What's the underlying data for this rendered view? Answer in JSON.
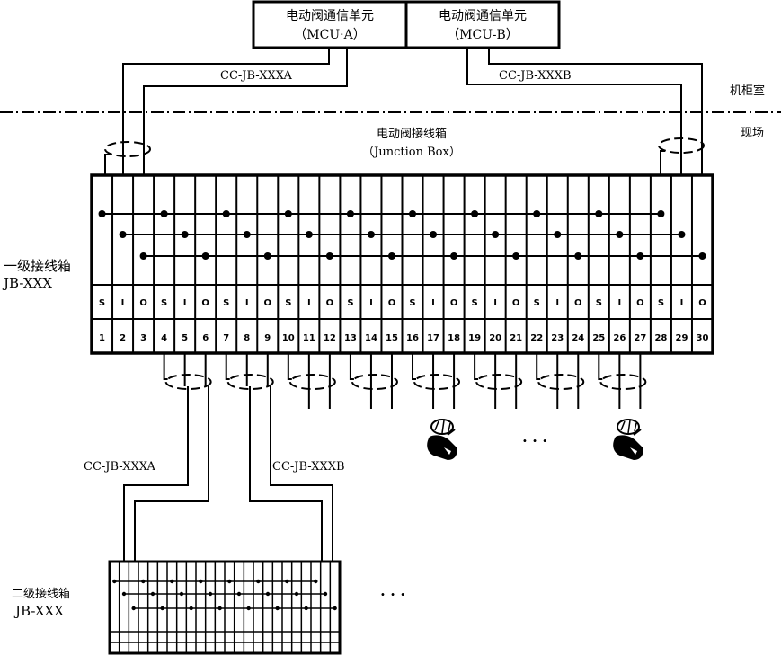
{
  "mcu_units": [
    {
      "title": "电动阀通信单元",
      "subtitle": "（MCU·A）"
    },
    {
      "title": "电动阀通信单元",
      "subtitle": "（MCU-B）"
    }
  ],
  "cables": {
    "top_a": "CC-JB-XXXA",
    "top_b": "CC-JB-XXXB",
    "bottom_a": "CC-JB-XXXA",
    "bottom_b": "CC-JB-XXXB"
  },
  "zones": {
    "cabinet_room": "机柜室",
    "field": "现场"
  },
  "junction_box": {
    "title": "电动阀接线箱",
    "subtitle": "（Junction Box）"
  },
  "primary_box": {
    "label": "一级接线箱",
    "tag": "JB-XXX",
    "terminal_count": 30,
    "signal_pattern": [
      "S",
      "I",
      "O"
    ],
    "terminals": [
      "1",
      "2",
      "3",
      "4",
      "5",
      "6",
      "7",
      "8",
      "9",
      "10",
      "11",
      "12",
      "13",
      "14",
      "15",
      "16",
      "17",
      "18",
      "19",
      "20",
      "21",
      "22",
      "23",
      "24",
      "25",
      "26",
      "27",
      "28",
      "29",
      "30"
    ],
    "signals": [
      "S",
      "I",
      "O",
      "S",
      "I",
      "O",
      "S",
      "I",
      "O",
      "S",
      "I",
      "O",
      "S",
      "I",
      "O",
      "S",
      "I",
      "O",
      "S",
      "I",
      "O",
      "S",
      "I",
      "O",
      "S",
      "I",
      "O",
      "S",
      "I",
      "O"
    ]
  },
  "secondary_box": {
    "label": "二级接线箱",
    "tag": "JB-XXX",
    "column_count": 24
  },
  "field_devices": {
    "valve_icon": "motorized-valve-icon",
    "ellipsis": "· · ·"
  },
  "secondary_ellipsis": "· · ·"
}
